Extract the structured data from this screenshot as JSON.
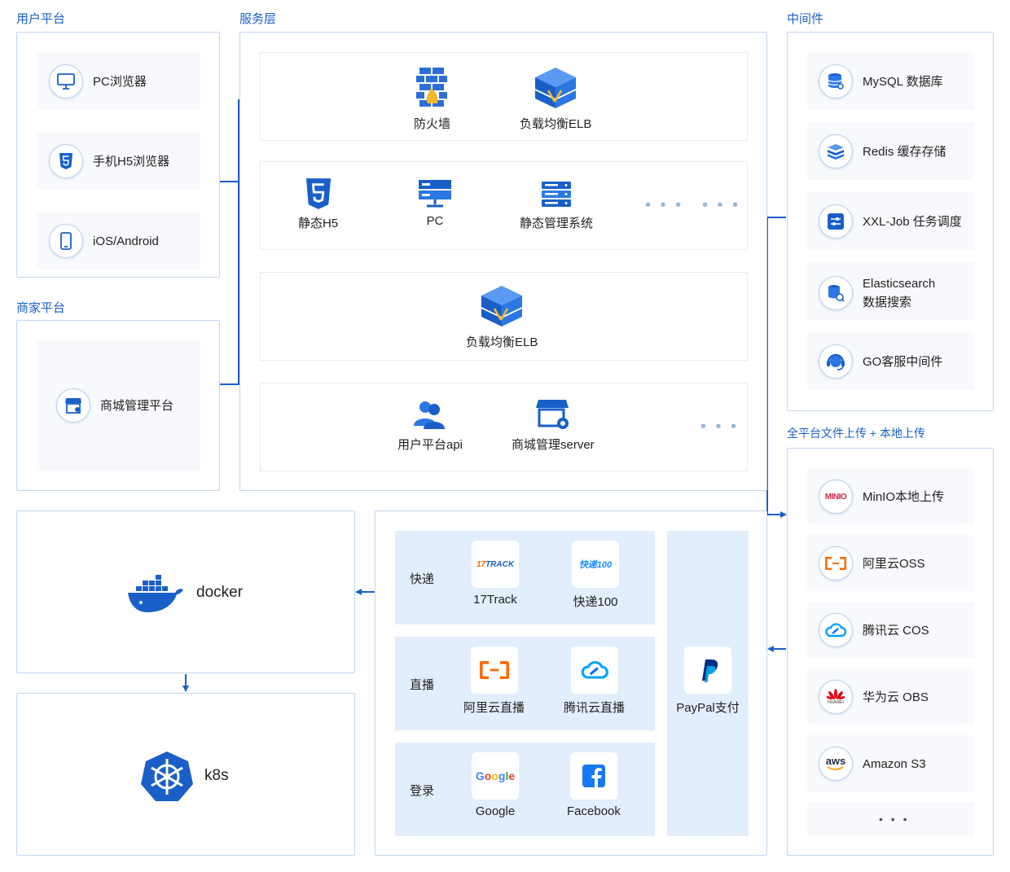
{
  "sections": {
    "user_platform": "用户平台",
    "service_layer": "服务层",
    "middleware": "中间件",
    "merchant_platform": "商家平台",
    "upload": "全平台文件上传 + 本地上传"
  },
  "user_items": [
    "PC浏览器",
    "手机H5浏览器",
    "iOS/Android"
  ],
  "merchant_items": [
    "商城管理平台"
  ],
  "service": {
    "row1": [
      "防火墙",
      "负载均衡ELB"
    ],
    "row2": [
      "静态H5",
      "PC",
      "静态管理系统"
    ],
    "row3": [
      "负载均衡ELB"
    ],
    "row4": [
      "用户平台api",
      "商城管理server"
    ],
    "ellipsis": "• • •"
  },
  "middleware_items": [
    "MySQL 数据库",
    "Redis 缓存存储",
    "XXL-Job 任务调度",
    "Elasticsearch",
    "数据搜索",
    "GO客服中间件"
  ],
  "upload_items": [
    "MinIO本地上传",
    "阿里云OSS",
    "腾讯云 COS",
    "华为云 OBS",
    "Amazon S3"
  ],
  "upload_more": "• • •",
  "deploy": {
    "docker": "docker",
    "k8s": "k8s"
  },
  "third_party": {
    "express_label": "快递",
    "express": [
      "17Track",
      "快递100"
    ],
    "live_label": "直播",
    "live": [
      "阿里云直播",
      "腾讯云直播"
    ],
    "login_label": "登录",
    "login": [
      "Google",
      "Facebook"
    ],
    "pay": "PayPal支付"
  },
  "logo_text": {
    "track17_num": "17",
    "track17_word": "TRACK",
    "kd100": "快递100",
    "minio": "MINIO",
    "aws": "aws",
    "huawei": "HUAWEI"
  },
  "colors": {
    "accent": "#1a5fc8",
    "border": "#c3d6ef",
    "band": "#e3eefc"
  }
}
